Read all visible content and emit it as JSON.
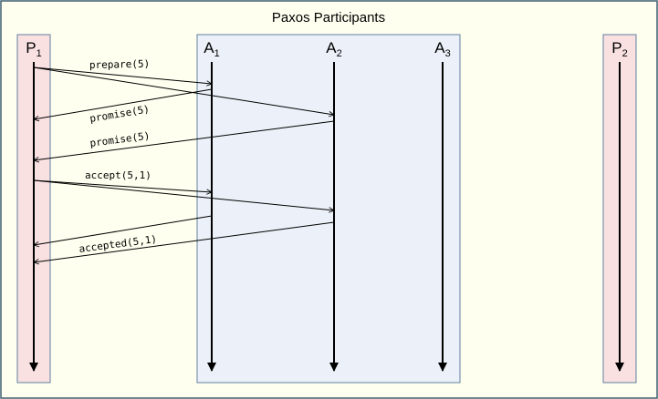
{
  "title": "Paxos Participants",
  "colors": {
    "frame_fill": "#fffff0",
    "frame_stroke": "#3f5f6f",
    "proposer_fill": "#f9e1e2",
    "proposer_stroke": "#5f7f9f",
    "acceptor_fill": "#ecf1f9",
    "acceptor_stroke": "#5f7f9f",
    "line": "#000000"
  },
  "participants": {
    "p1": {
      "base": "P",
      "sub": "1"
    },
    "a1": {
      "base": "A",
      "sub": "1"
    },
    "a2": {
      "base": "A",
      "sub": "2"
    },
    "a3": {
      "base": "A",
      "sub": "3"
    },
    "p2": {
      "base": "P",
      "sub": "2"
    }
  },
  "messages": [
    {
      "id": "prepare-to-a1",
      "from": "p1",
      "to": "a1",
      "label": ""
    },
    {
      "id": "prepare-to-a2",
      "from": "p1",
      "to": "a2",
      "label": "prepare(5)"
    },
    {
      "id": "promise-from-a1",
      "from": "a1",
      "to": "p1",
      "label": "promise(5)"
    },
    {
      "id": "promise-from-a2",
      "from": "a2",
      "to": "p1",
      "label": "promise(5)"
    },
    {
      "id": "accept-to-a1",
      "from": "p1",
      "to": "a1",
      "label": "accept(5,1)"
    },
    {
      "id": "accept-to-a2",
      "from": "p1",
      "to": "a2",
      "label": ""
    },
    {
      "id": "accepted-from-a1",
      "from": "a1",
      "to": "p1",
      "label": ""
    },
    {
      "id": "accepted-from-a2",
      "from": "a2",
      "to": "p1",
      "label": "accepted(5,1)"
    }
  ]
}
